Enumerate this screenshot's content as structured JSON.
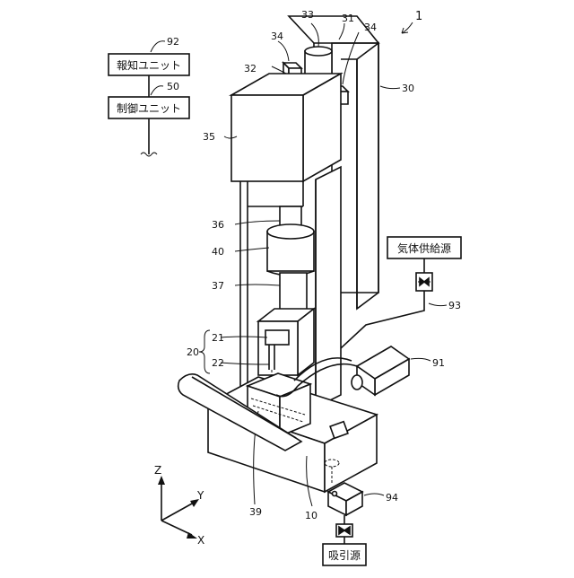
{
  "figure_number": "1",
  "boxes": {
    "notify_unit": "報知ユニット",
    "control_unit": "制御ユニット",
    "gas_supply": "気体供給源",
    "suction_source": "吸引源"
  },
  "refs": {
    "r92": "92",
    "r50": "50",
    "r33": "33",
    "r31": "31",
    "r34a": "34",
    "r34b": "34",
    "r32": "32",
    "r30": "30",
    "r35": "35",
    "r36": "36",
    "r40": "40",
    "r37": "37",
    "r21": "21",
    "r20": "20",
    "r22": "22",
    "r39": "39",
    "r10": "10",
    "r91": "91",
    "r93": "93",
    "r94": "94"
  },
  "axes": {
    "z": "Z",
    "y": "Y",
    "x": "X"
  },
  "icons": {
    "valve": "valve-icon",
    "axis": "axis-triad-icon"
  }
}
